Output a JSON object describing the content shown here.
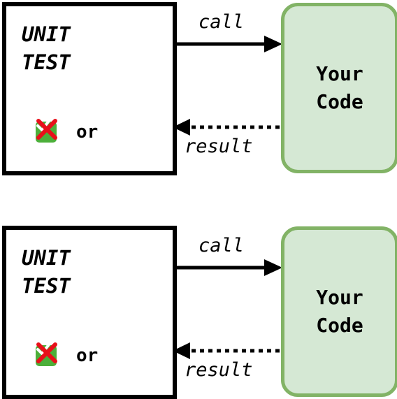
{
  "panels": [
    {
      "test_title": "UNIT\nTEST",
      "or_text": "or",
      "code_label": "Your\nCode",
      "call_label": "call",
      "result_label": "result",
      "icons": [
        "check-icon",
        "cross-icon"
      ]
    },
    {
      "test_title": "UNIT\nTEST",
      "or_text": "or",
      "code_label": "Your\nCode",
      "call_label": "call",
      "result_label": "result",
      "icons": [
        "check-icon",
        "cross-icon"
      ]
    }
  ],
  "colors": {
    "code_fill": "#d5e8d4",
    "code_border": "#82b366",
    "check_green": "#4caf3a",
    "cross_red": "#e8101a"
  }
}
